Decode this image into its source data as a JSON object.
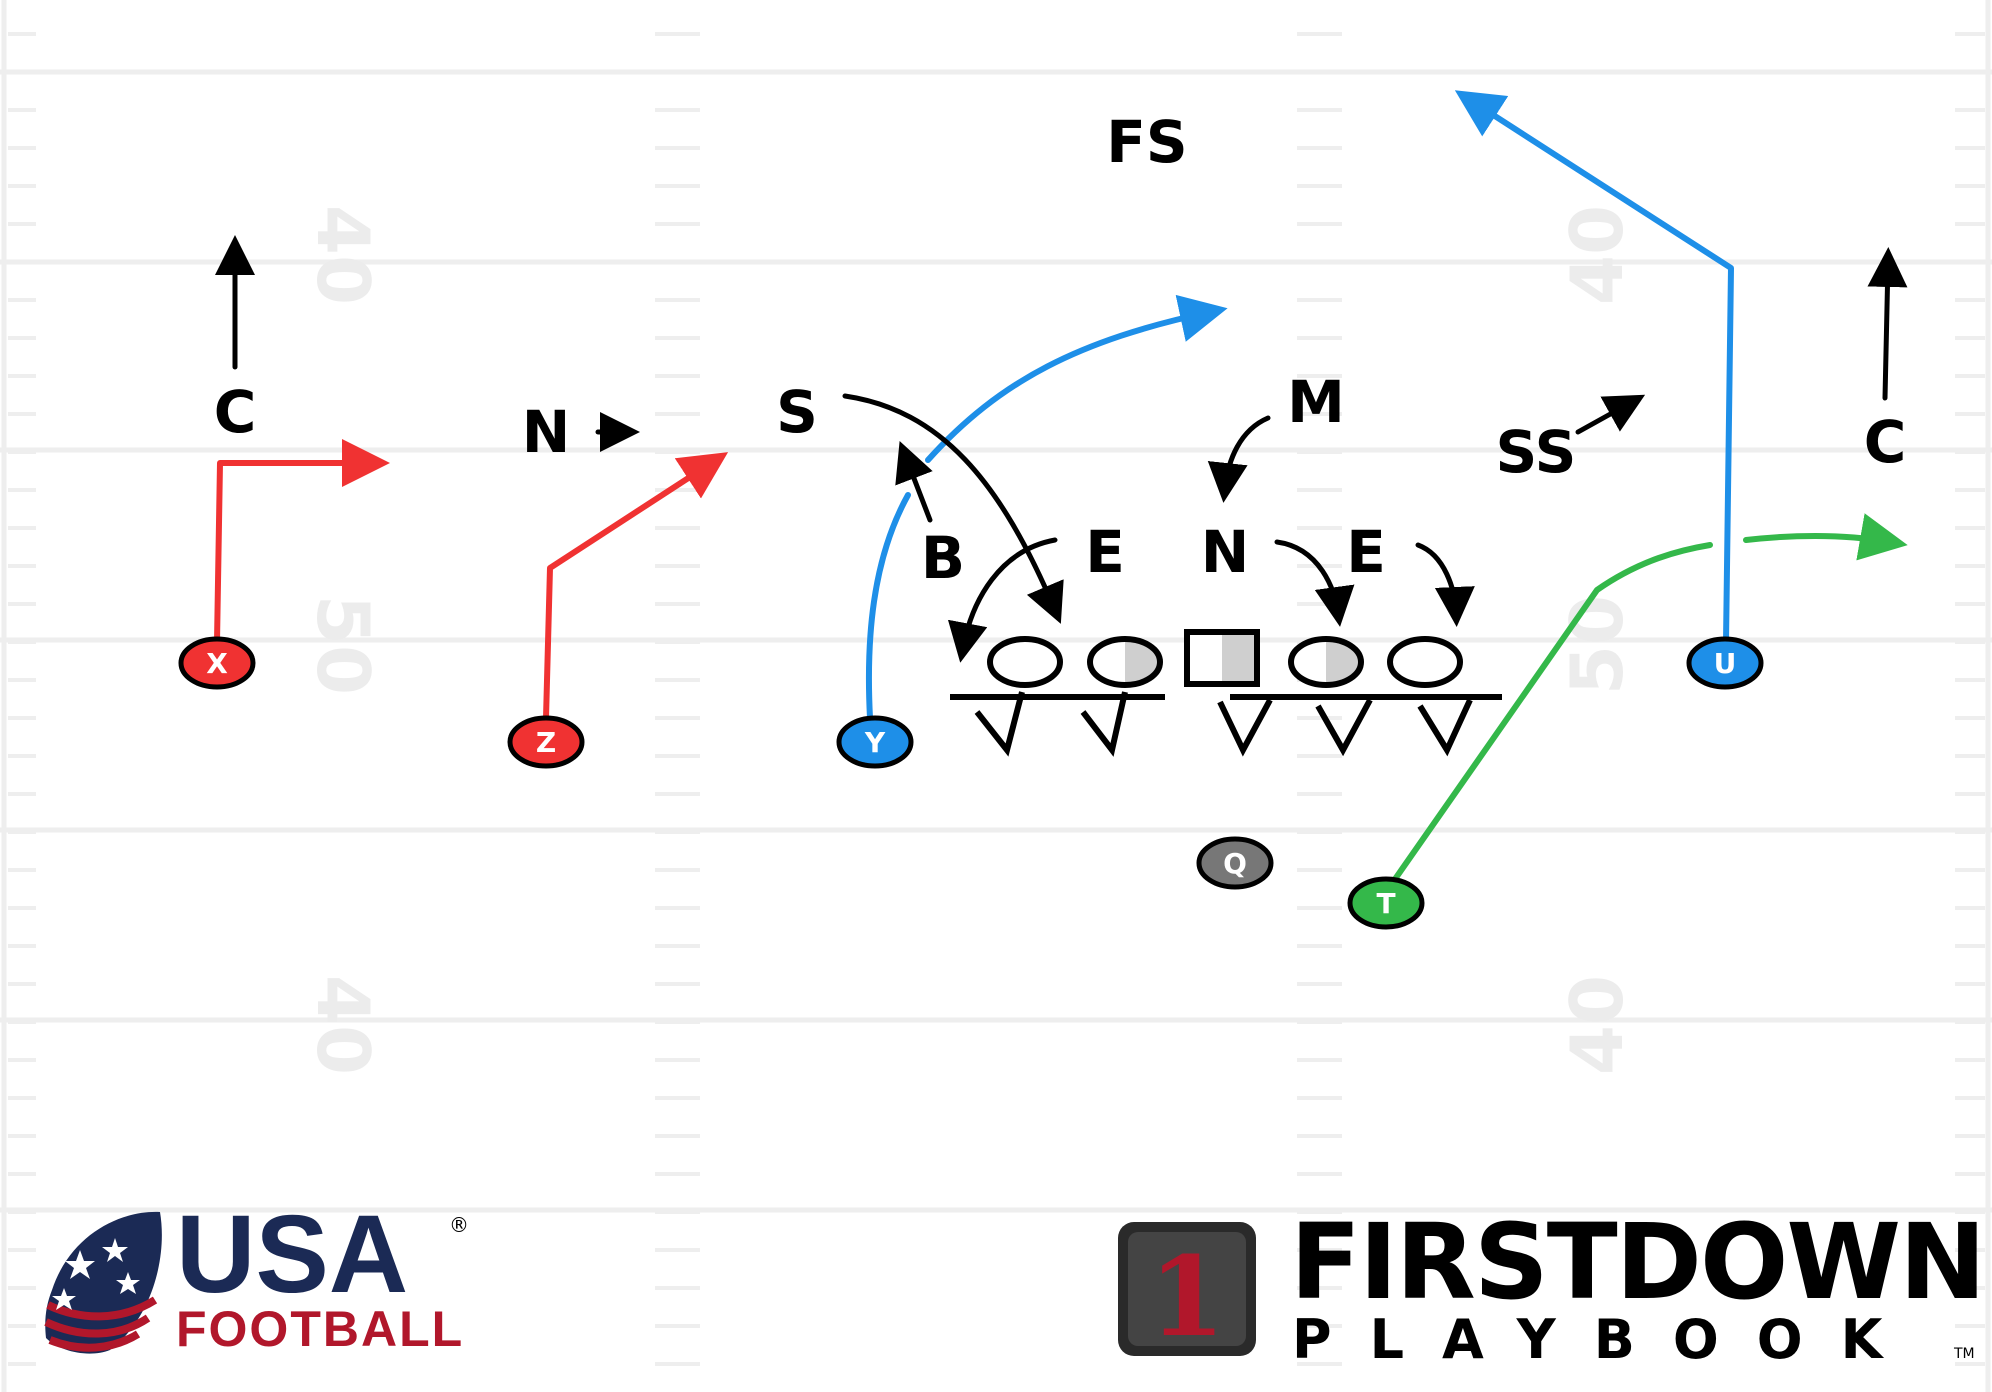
{
  "field": {
    "yard_numbers": [
      "40",
      "50",
      "40",
      "40",
      "50",
      "40"
    ]
  },
  "colors": {
    "red": "#f03232",
    "blue": "#1e8fe8",
    "green": "#34b84a",
    "gray": "#777777",
    "route_black": "#000000"
  },
  "defense_labels": {
    "fs": "FS",
    "c_left": "C",
    "c_right": "C",
    "n_left": "N",
    "s": "S",
    "m": "M",
    "ss": "SS",
    "b": "B",
    "e_left": "E",
    "n_center": "N",
    "e_right": "E"
  },
  "offense_players": {
    "x": "X",
    "z": "Z",
    "y": "Y",
    "u": "U",
    "q": "Q",
    "t": "T"
  },
  "logos": {
    "usa_line1": "USA",
    "usa_line2": "FOOTBALL",
    "usa_reg": "®",
    "fd_numeral": "1",
    "fd_line1": "FIRSTDOWN",
    "fd_line2": "PLAYBOOK",
    "fd_tm": "TM"
  }
}
